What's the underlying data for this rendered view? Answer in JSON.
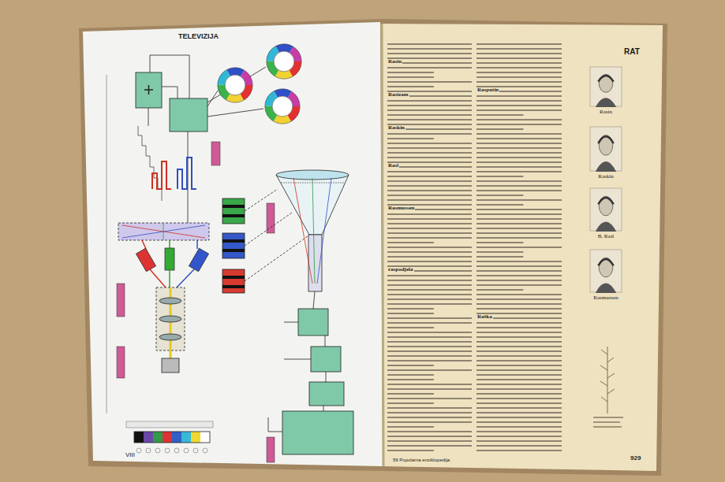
{
  "diagram": {
    "title": "TELEVIZIJA",
    "nodes": [
      {
        "text": [
          "Rasin"
        ]
      },
      {
        "text": [
          "Raskin"
        ]
      },
      {
        "text": [
          "B. Rasl"
        ]
      },
      {
        "text": [
          "Rasmussen"
        ]
      }
    ],
    "labels": [
      "VIII",
      "Rasin",
      "Rasizam",
      "Raskin",
      "Rasl",
      "Rasmussen",
      "raspodjela",
      "Rasputin",
      "Raška",
      "RAT",
      "929",
      "59 Popularna enciklopedija"
    ]
  }
}
